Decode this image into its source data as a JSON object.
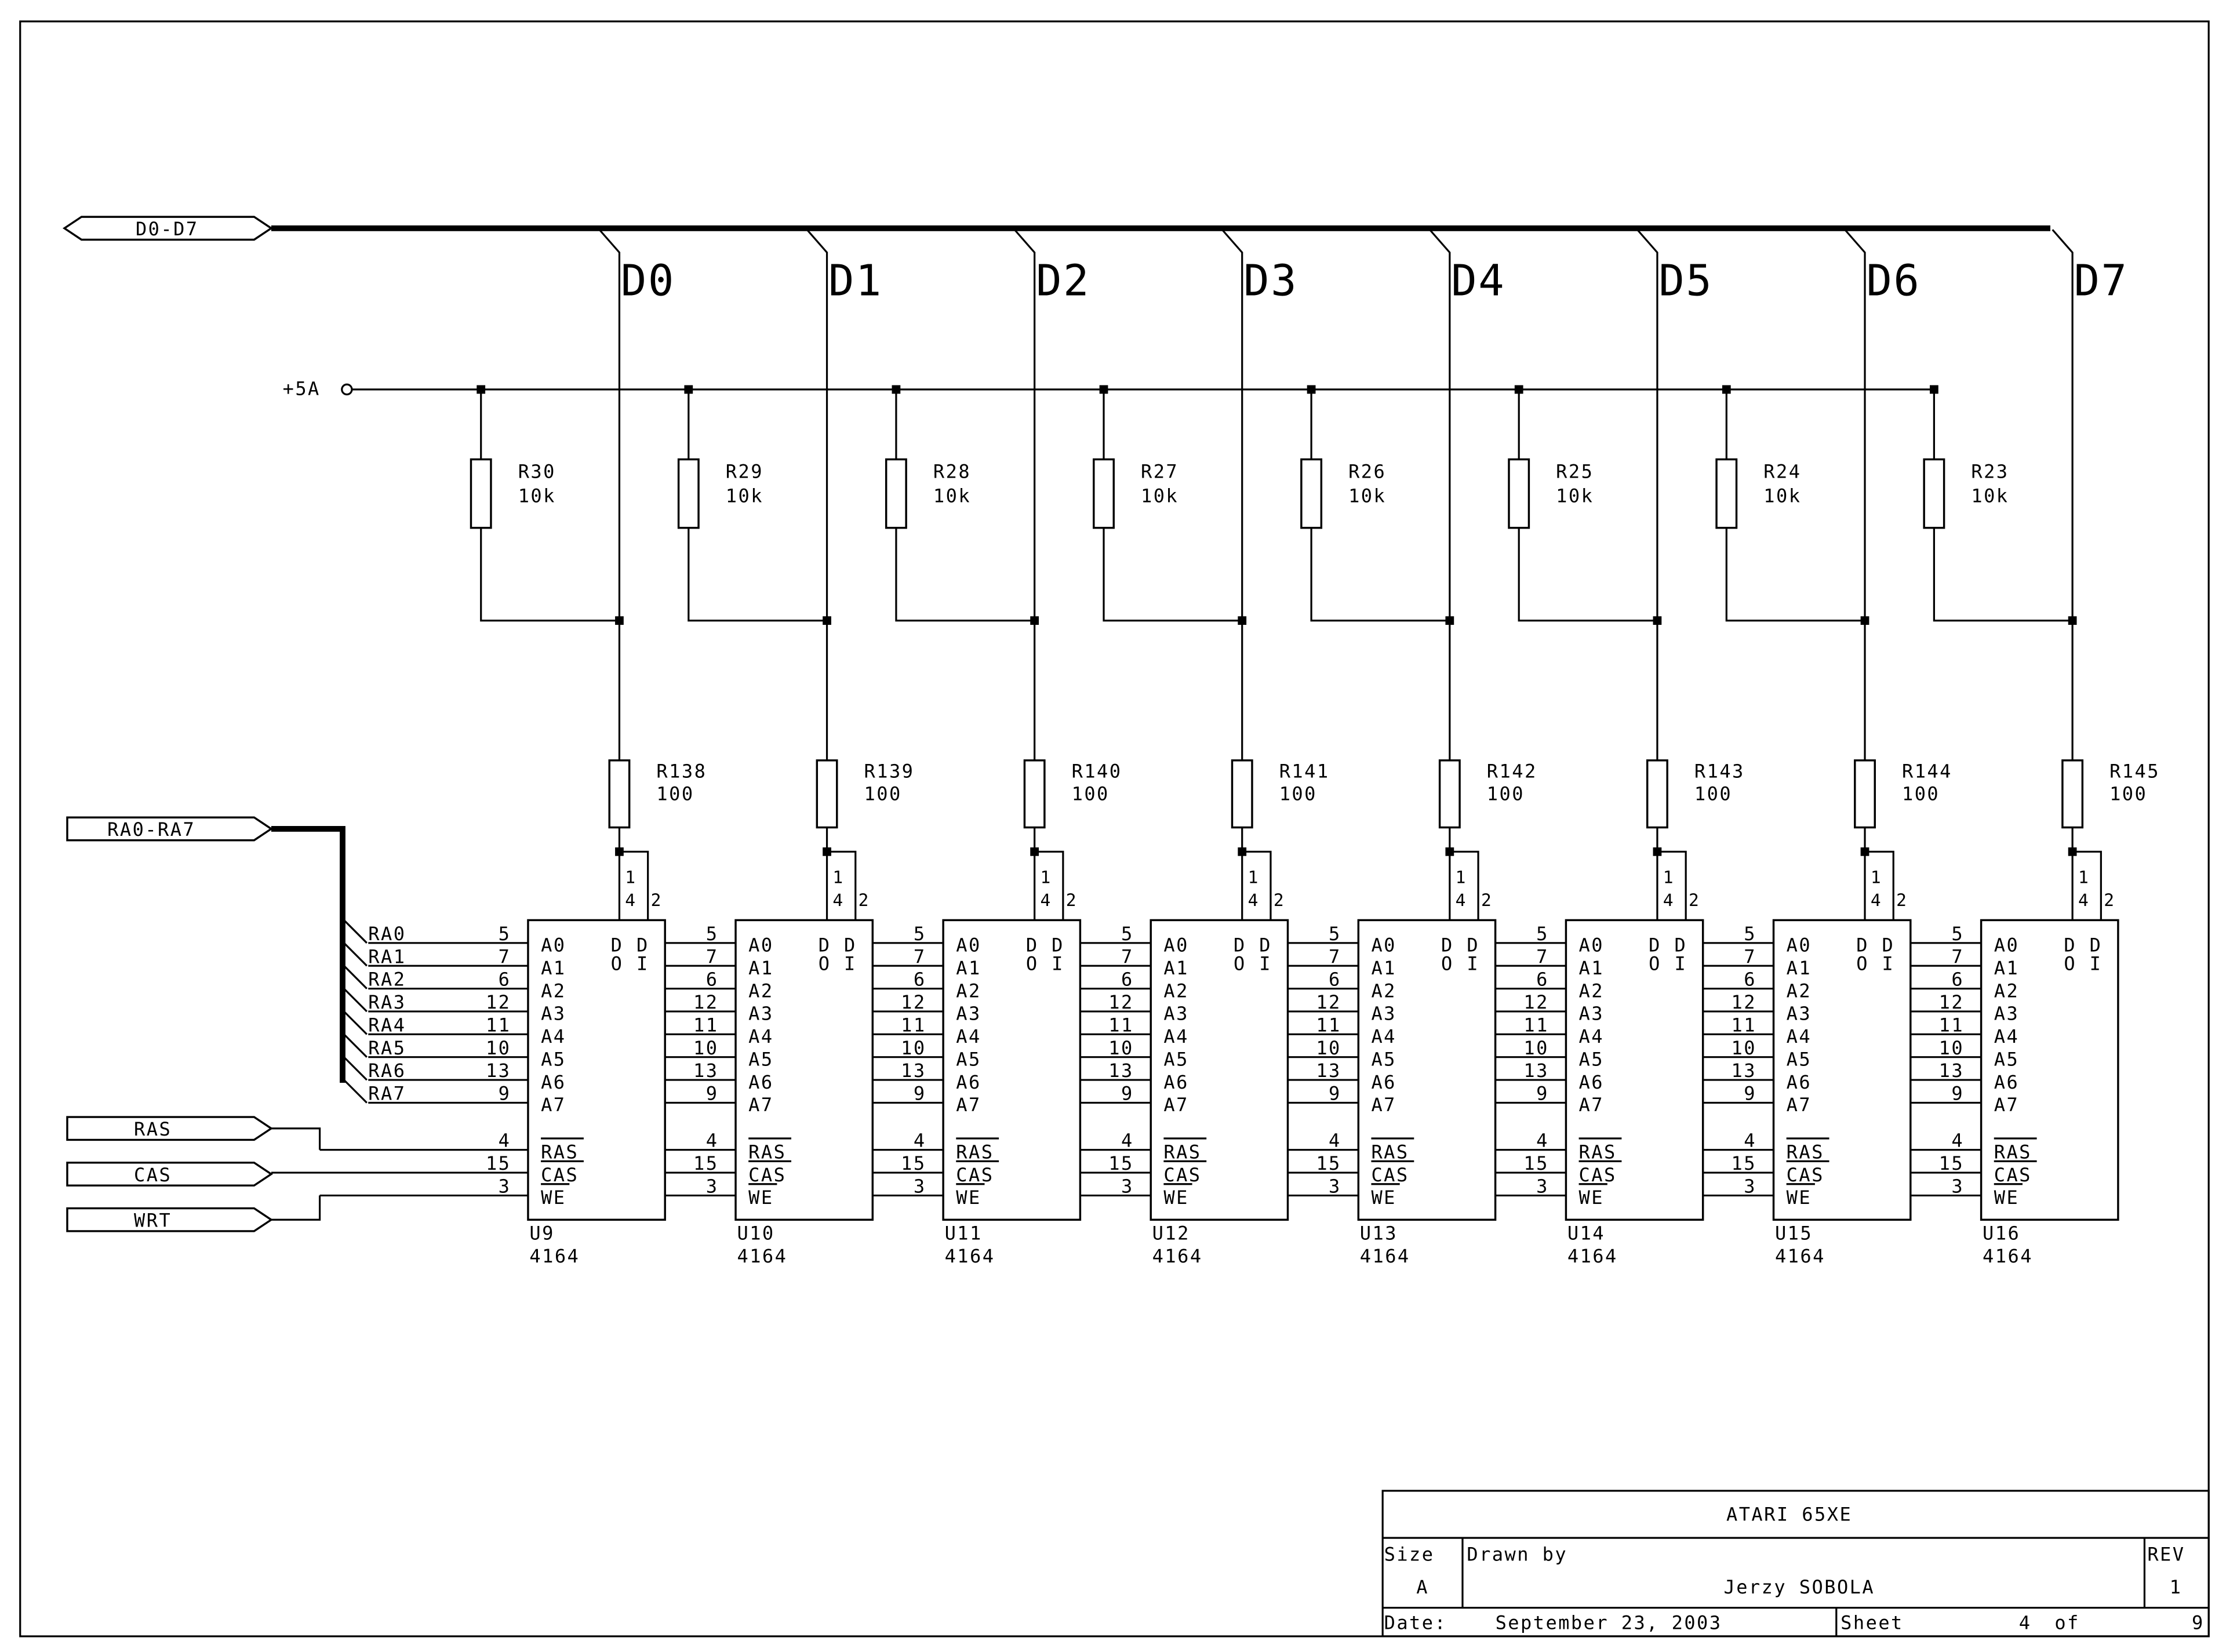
{
  "schematic": {
    "buses": {
      "data_bus_label": "D0-D7",
      "addr_bus_label": "RA0-RA7",
      "data_lines": [
        "D0",
        "D1",
        "D2",
        "D3",
        "D4",
        "D5",
        "D6",
        "D7"
      ],
      "addr_lines": [
        "RA0",
        "RA1",
        "RA2",
        "RA3",
        "RA4",
        "RA5",
        "RA6",
        "RA7"
      ]
    },
    "power": {
      "label": "+5A"
    },
    "control_ports": [
      "RAS",
      "CAS",
      "WRT"
    ],
    "pullups": [
      {
        "ref": "R30",
        "value": "10k"
      },
      {
        "ref": "R29",
        "value": "10k"
      },
      {
        "ref": "R28",
        "value": "10k"
      },
      {
        "ref": "R27",
        "value": "10k"
      },
      {
        "ref": "R26",
        "value": "10k"
      },
      {
        "ref": "R25",
        "value": "10k"
      },
      {
        "ref": "R24",
        "value": "10k"
      },
      {
        "ref": "R23",
        "value": "10k"
      }
    ],
    "series": [
      {
        "ref": "R138",
        "value": "100"
      },
      {
        "ref": "R139",
        "value": "100"
      },
      {
        "ref": "R140",
        "value": "100"
      },
      {
        "ref": "R141",
        "value": "100"
      },
      {
        "ref": "R142",
        "value": "100"
      },
      {
        "ref": "R143",
        "value": "100"
      },
      {
        "ref": "R144",
        "value": "100"
      },
      {
        "ref": "R145",
        "value": "100"
      }
    ],
    "chips": [
      {
        "ref": "U9",
        "part": "4164"
      },
      {
        "ref": "U10",
        "part": "4164"
      },
      {
        "ref": "U11",
        "part": "4164"
      },
      {
        "ref": "U12",
        "part": "4164"
      },
      {
        "ref": "U13",
        "part": "4164"
      },
      {
        "ref": "U14",
        "part": "4164"
      },
      {
        "ref": "U15",
        "part": "4164"
      },
      {
        "ref": "U16",
        "part": "4164"
      }
    ],
    "chip_pins": {
      "address_names": [
        "A0",
        "A1",
        "A2",
        "A3",
        "A4",
        "A5",
        "A6",
        "A7"
      ],
      "address_numbers": [
        "5",
        "7",
        "6",
        "12",
        "11",
        "10",
        "13",
        "9"
      ],
      "control_names": [
        "RAS",
        "CAS",
        "WE"
      ],
      "control_numbers": [
        "4",
        "15",
        "3"
      ],
      "dout_label_top": "D",
      "dout_label_bottom": "O",
      "din_label_top": "D",
      "din_label_bottom": "I",
      "dout_pin": "14",
      "din_pin": "2"
    }
  },
  "title_block": {
    "title": "ATARI 65XE",
    "size_label": "Size",
    "size_value": "A",
    "drawn_by_label": "Drawn by",
    "drawn_by_value": "Jerzy SOBOLA",
    "rev_label": "REV",
    "rev_value": "1",
    "date_label": "Date:",
    "date_value": "September 23, 2003",
    "sheet_label": "Sheet",
    "sheet_value": "4",
    "sheet_of_label": "of",
    "sheet_total": "9"
  }
}
